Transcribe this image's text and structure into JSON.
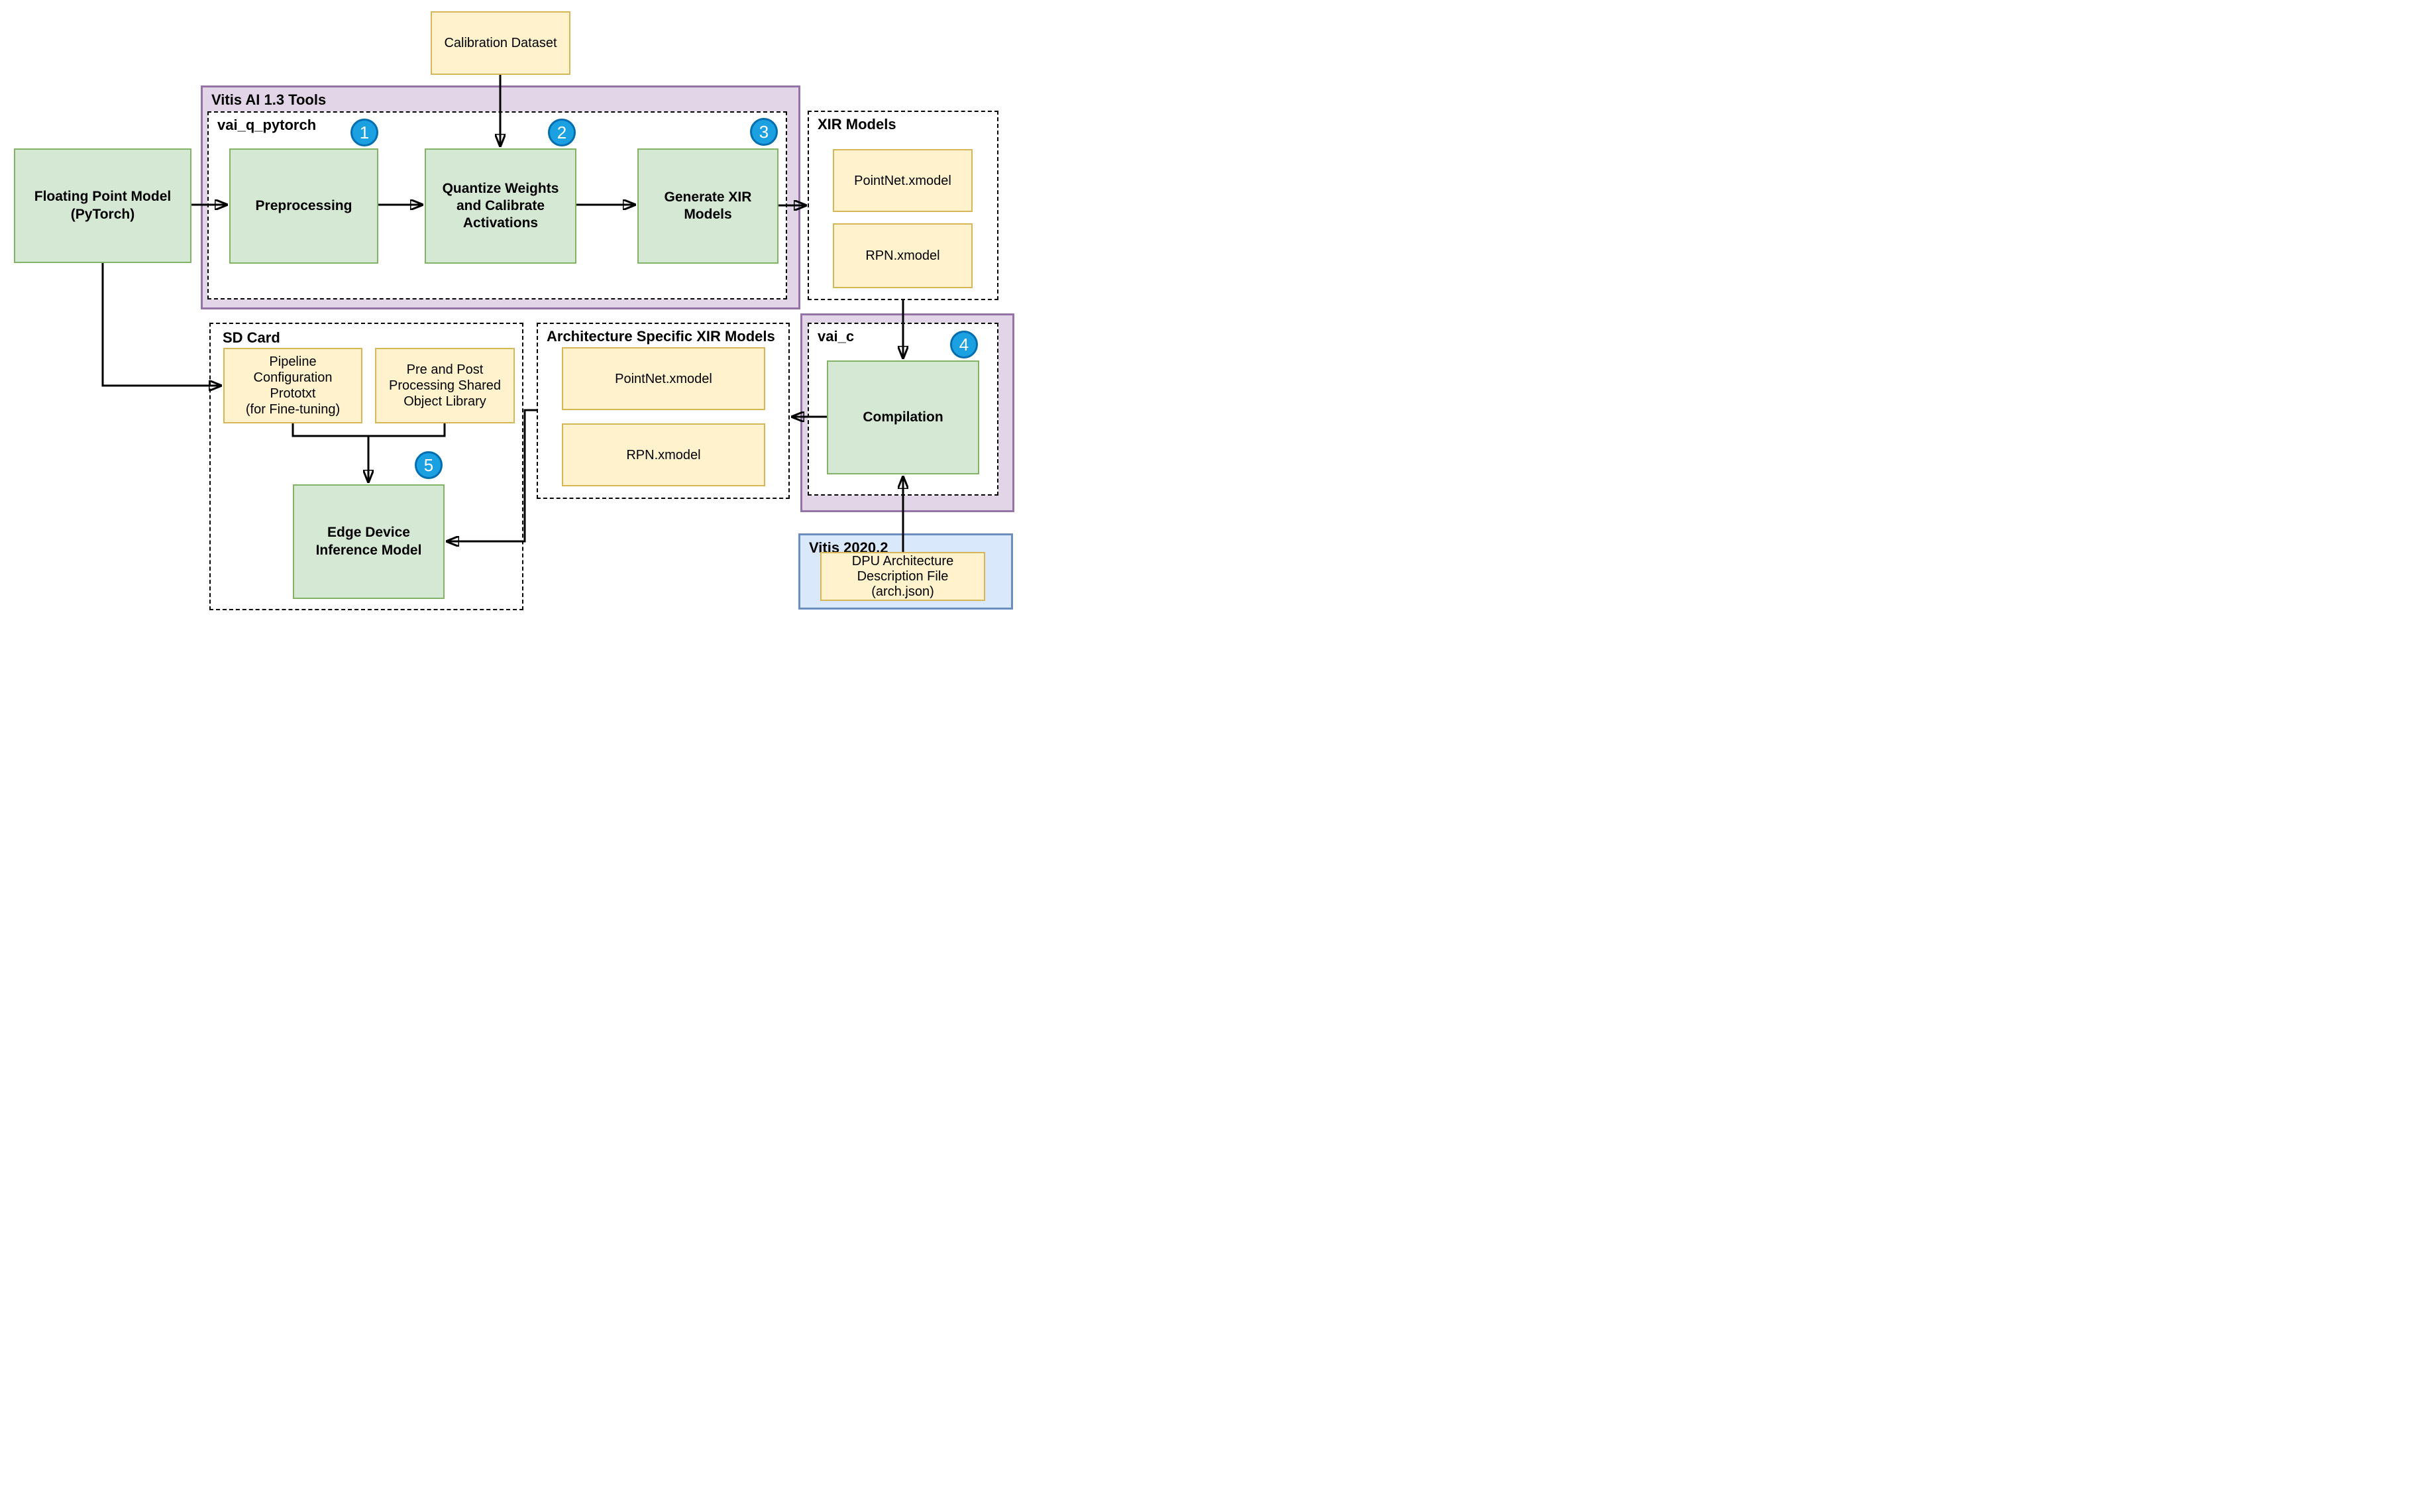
{
  "colors": {
    "green_fill": "#D5E8D4",
    "green_stroke": "#82B366",
    "yellow_fill": "#FFF2CC",
    "yellow_stroke": "#D6B656",
    "purple_fill": "#E1D5E7",
    "purple_stroke": "#9673A6",
    "blue_fill": "#DAE8FC",
    "blue_stroke": "#6C8EBF",
    "badge_fill": "#1BA1E2",
    "badge_stroke": "#006EAF"
  },
  "containers": {
    "vitis_ai_tools": {
      "label": "Vitis AI 1.3 Tools"
    },
    "vai_q_pytorch": {
      "label": "vai_q_pytorch"
    },
    "xir_models": {
      "label": "XIR Models"
    },
    "vai_c": {
      "label": "vai_c"
    },
    "architecture_specific": {
      "label": "Architecture Specific XIR Models"
    },
    "sd_card": {
      "label": "SD Card"
    },
    "vitis_2020": {
      "label": "Vitis 2020.2"
    }
  },
  "nodes": {
    "calibration_dataset": "Calibration Dataset",
    "floating_point_model": "Floating Point Model\n(PyTorch)",
    "preprocessing": "Preprocessing",
    "quantize": "Quantize Weights\nand Calibrate\nActivations",
    "generate_xir": "Generate XIR\nModels",
    "xir_pointnet": "PointNet.xmodel",
    "xir_rpn": "RPN.xmodel",
    "compilation": "Compilation",
    "arch_pointnet": "PointNet.xmodel",
    "arch_rpn": "RPN.xmodel",
    "pipeline_prototxt": "Pipeline\nConfiguration\nPrototxt\n(for Fine-tuning)",
    "pre_post_library": "Pre and Post\nProcessing Shared\nObject Library",
    "edge_device": "Edge Device\nInference Model",
    "dpu_arch_file": "DPU Architecture\nDescription File\n(arch.json)"
  },
  "badges": {
    "step1": "1",
    "step2": "2",
    "step3": "3",
    "step4": "4",
    "step5": "5"
  }
}
